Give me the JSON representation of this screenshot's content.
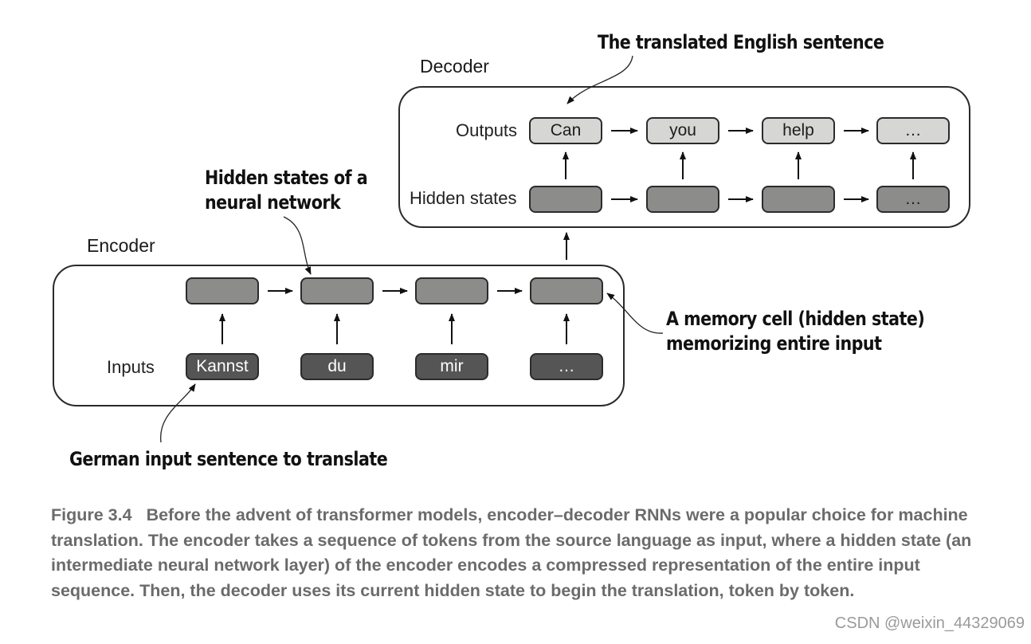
{
  "callouts": {
    "translated": "The translated English sentence",
    "hidden_line1": "Hidden states of a",
    "hidden_line2": "neural network",
    "memory_line1": "A memory cell (hidden state)",
    "memory_line2": "memorizing entire input",
    "german": "German input sentence to translate"
  },
  "decoder": {
    "title": "Decoder",
    "outputs_label": "Outputs",
    "hidden_label": "Hidden states",
    "outputs": [
      "Can",
      "you",
      "help",
      "…"
    ],
    "hidden": [
      "",
      "",
      "",
      "…"
    ]
  },
  "encoder": {
    "title": "Encoder",
    "inputs_label": "Inputs",
    "inputs": [
      "Kannst",
      "du",
      "mir",
      "…"
    ],
    "hidden": [
      "",
      "",
      "",
      ""
    ]
  },
  "caption": {
    "figure": "Figure 3.4",
    "text": "Before the advent of transformer models, encoder–decoder RNNs were a popular choice for machine translation. The encoder takes a sequence of tokens from the source language as input, where a hidden state (an intermediate neural network layer) of the encoder encodes a compressed representation of the entire input sequence. Then, the decoder uses its current hidden state to begin the translation, token by token."
  },
  "watermark": "CSDN @weixin_44329069",
  "colors": {
    "output_box": "#d6d6d4",
    "hidden_box": "#8c8c8a",
    "input_box": "#555555",
    "caption_text": "#6b6b6b"
  }
}
